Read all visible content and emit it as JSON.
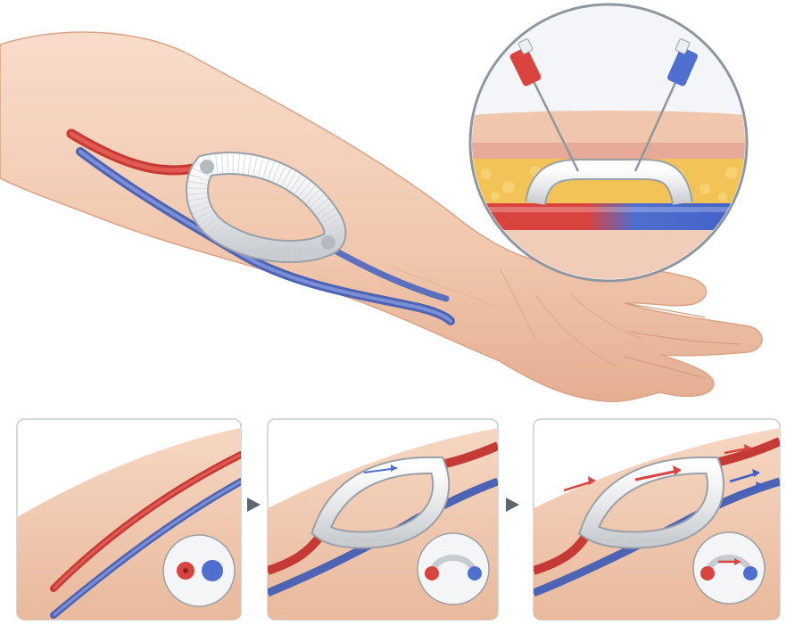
{
  "figure": {
    "title": "",
    "step_arrow_icon": "triangle-arrow-right-icon"
  },
  "colors": {
    "skin_light": "#f6d7c3",
    "skin_mid": "#edbfa3",
    "skin_shadow": "#d99f83",
    "artery_red": "#d9443f",
    "vein_blue": "#5b73c4",
    "graft_white": "#ecedee",
    "graft_outline": "#9aa0a8",
    "fat_yellow": "#f2c357",
    "muscle_pink": "#e9a49a",
    "panel_border": "#c9cdd2",
    "step_arrow": "#5c6670"
  },
  "panels": [
    {
      "id": "native-vessels",
      "inset_icon": "two-vessel-cross-section-icon"
    },
    {
      "id": "graft-placed",
      "inset_icon": "graft-loop-icon"
    },
    {
      "id": "blood-flow",
      "inset_icon": "graft-flow-arrow-icon"
    }
  ]
}
